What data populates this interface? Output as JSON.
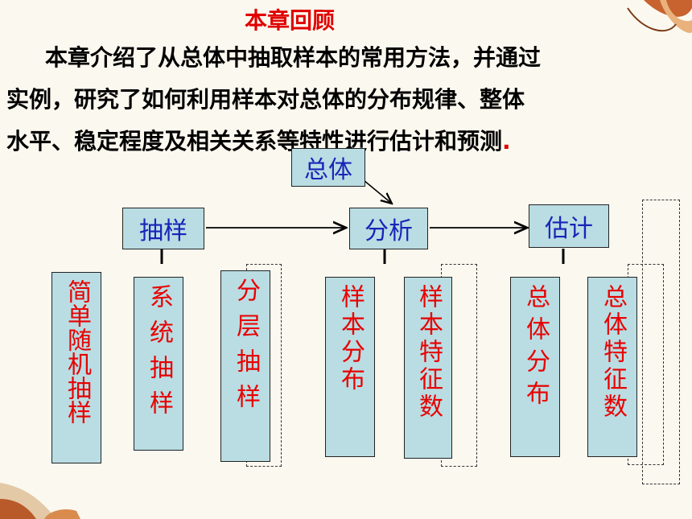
{
  "title": "本章回顾",
  "intro": {
    "line1": "本章介绍了从总体中抽取样本的常用方法，并通过",
    "line2": "实例，研究了如何利用样本对总体的分布规律、整体",
    "line3": "水平、稳定程度及相关关系等特性进行估计和预测",
    "end_mark": "."
  },
  "diagram": {
    "top": "总体",
    "row": [
      "抽样",
      "分析",
      "估计"
    ],
    "sampling": [
      "简单随机抽样",
      "系统抽样",
      "分层抽样"
    ],
    "analysis": [
      "样本分布",
      "样本特征数"
    ],
    "estimation": [
      "总体分布",
      "总体特征数"
    ]
  },
  "colors": {
    "title": "#e00000",
    "box_fill": "#b9dde3",
    "box_text": "#1a24b8",
    "leaf_text": "#e80000"
  }
}
